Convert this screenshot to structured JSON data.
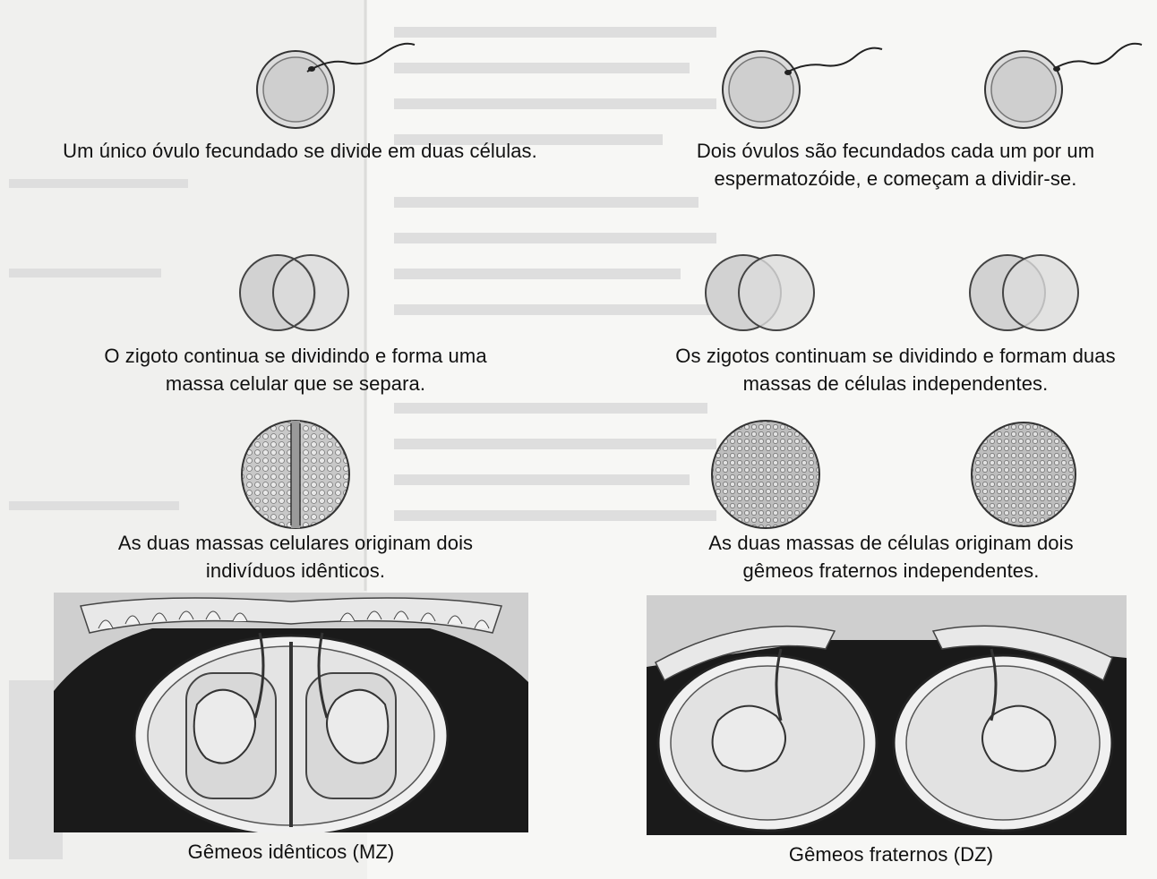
{
  "left_column": {
    "step1": "Um único óvulo fecundado se divide em duas células.",
    "step2": [
      "O zigoto continua se dividindo e forma uma",
      "massa celular que se separa."
    ],
    "step3": [
      "As duas massas celulares originam dois",
      "indivíduos idênticos."
    ],
    "label": "Gêmeos idênticos (MZ)"
  },
  "right_column": {
    "step1": [
      "Dois óvulos são fecundados cada um por um",
      "espermatozóide, e começam a dividir-se."
    ],
    "step2": [
      "Os zigotos continuam se dividindo e formam duas",
      "massas de células independentes."
    ],
    "step3": [
      "As duas massas de células originam dois",
      "gêmeos fraternos independentes."
    ],
    "label": "Gêmeos fraternos (DZ)"
  },
  "colors": {
    "paper": "#f7f7f5",
    "ink": "#111111",
    "cell_fill": "#d6d6d6",
    "uterus_dark": "#1a1a1a"
  }
}
